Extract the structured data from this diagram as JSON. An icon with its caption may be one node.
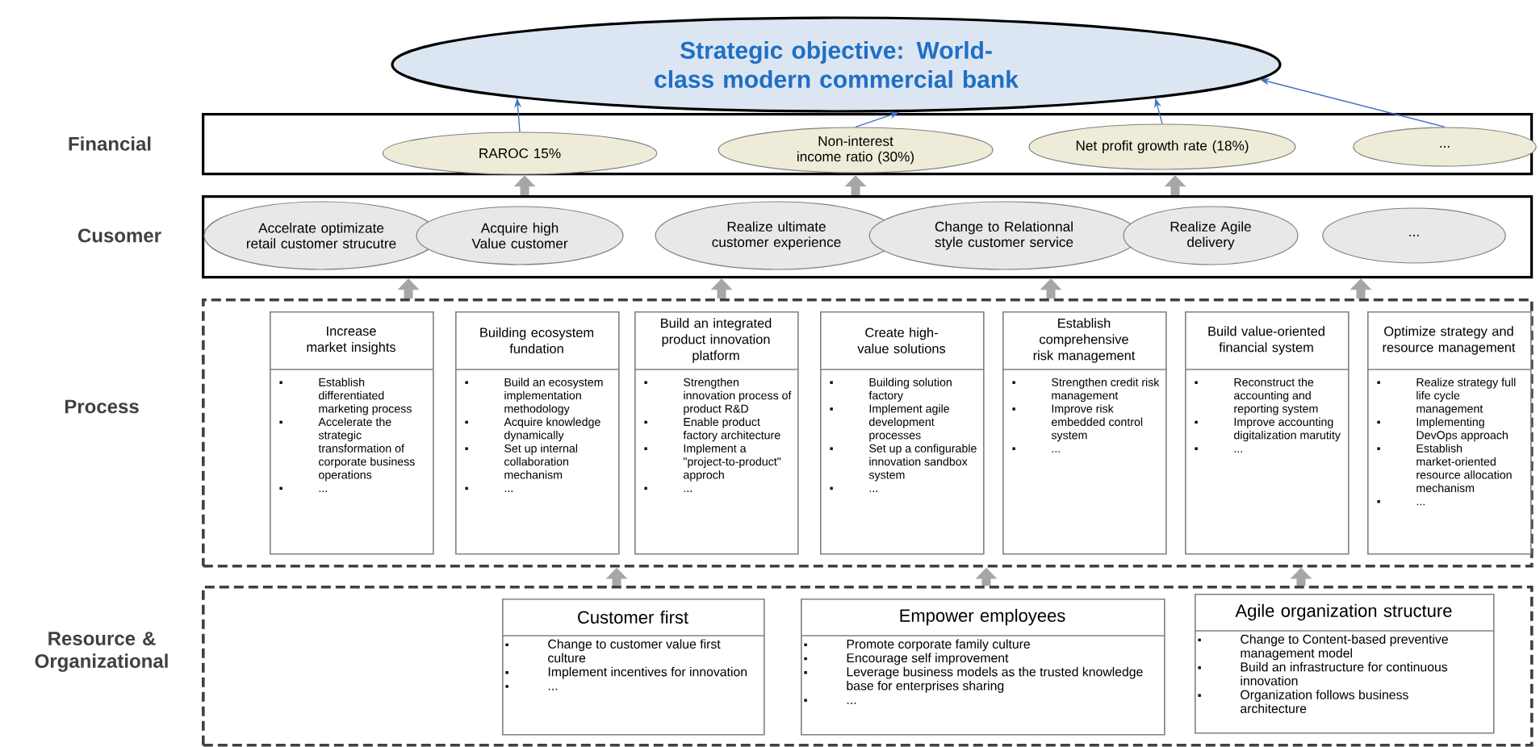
{
  "diagram": {
    "nodes": [
      {
        "text": [
          "Strategic objective: World-class modern commercial bank"
        ]
      },
      {
        "text": [
          "Financial"
        ]
      },
      {
        "text": [
          "RAROC 15%"
        ],
        "in": 1
      },
      {
        "text": [
          "Non-interest income ratio (30%)"
        ],
        "in": 1
      },
      {
        "text": [
          "Net profit growth rate (18%)"
        ],
        "in": 1
      },
      {
        "text": [
          "..."
        ],
        "in": 1
      },
      {
        "text": [
          "Cusomer"
        ]
      },
      {
        "text": [
          "Accelrate optimizate retail customer strucutre"
        ],
        "in": 6
      },
      {
        "text": [
          "Acquire high Value customer"
        ],
        "in": 6
      },
      {
        "text": [
          "Realize ultimate customer experience"
        ],
        "in": 6
      },
      {
        "text": [
          "Change to Relationnal style customer service"
        ],
        "in": 6
      },
      {
        "text": [
          "Realize Agile delivery"
        ],
        "in": 6
      },
      {
        "text": [
          "..."
        ],
        "in": 6
      },
      {
        "text": [
          "Process"
        ]
      },
      {
        "text": [
          "Increase market insights",
          "Establish differentiated marketing process",
          "Accelerate the strategic transformation of corporate business operations",
          "..."
        ],
        "in": 13
      },
      {
        "text": [
          "Building ecosystem fundation",
          "Build an ecosystem implementation methodology",
          "Acquire knowledge dynamically",
          "Set up internal collaboration mechanism",
          "..."
        ],
        "in": 13
      },
      {
        "text": [
          "Build an integrated product innovation platform",
          "Strengthen innovation process of product R&D",
          "Enable product factory architecture",
          "Implement a \"project-to-product\" approch",
          "..."
        ],
        "in": 13
      },
      {
        "text": [
          "Create high-value solutions",
          "Building solution factory",
          "Implement agile development processes",
          "Set up a configurable innovation sandbox system",
          "..."
        ],
        "in": 13
      },
      {
        "text": [
          "Establish comprehensive risk management",
          "Strengthen credit risk management",
          "Improve risk embedded control system",
          "..."
        ],
        "in": 13
      },
      {
        "text": [
          "Build value-oriented financial system",
          "Reconstruct the accounting and reporting system",
          "Improve accounting digitalization marutity",
          "..."
        ],
        "in": 13
      },
      {
        "text": [
          "Optimize strategy and resource management",
          "Realize strategy full life cycle management",
          "Implementing DevOps approach",
          "Establish market-oriented resource allocation mechanism",
          "..."
        ],
        "in": 13
      },
      {
        "text": [
          "Resource & Organizational"
        ]
      },
      {
        "text": [
          "Customer first",
          "Change to customer value first culture",
          "Implement incentives for innovation",
          "..."
        ],
        "in": 21
      },
      {
        "text": [
          "Empower employees",
          "Promote corporate family culture",
          "Encourage self improvement",
          "Leverage business models as the trusted knowledge base for enterprises sharing",
          "..."
        ],
        "in": 21
      },
      {
        "text": [
          "Agile organization structure",
          "Change to Content-based preventive management model",
          "Build an infrastructure for continuous innovation",
          "Organization follows business architecture"
        ],
        "in": 21
      }
    ],
    "edges": [
      {
        "from": 2,
        "to": 0,
        "arrow": "to",
        "color": "#4472c4"
      },
      {
        "from": 3,
        "to": 0,
        "arrow": "to",
        "color": "#4472c4"
      },
      {
        "from": 4,
        "to": 0,
        "arrow": "to",
        "color": "#4472c4"
      },
      {
        "from": 5,
        "to": 0,
        "arrow": "to",
        "color": "#4472c4"
      },
      {
        "from": 6,
        "to": 1,
        "arrow": "to"
      },
      {
        "from": 6,
        "to": 1,
        "arrow": "to"
      },
      {
        "from": 6,
        "to": 1,
        "arrow": "to"
      },
      {
        "from": 13,
        "to": 6,
        "arrow": "to"
      },
      {
        "from": 13,
        "to": 6,
        "arrow": "to"
      },
      {
        "from": 13,
        "to": 6,
        "arrow": "to"
      },
      {
        "from": 13,
        "to": 6,
        "arrow": "to"
      },
      {
        "from": 21,
        "to": 13,
        "arrow": "to"
      },
      {
        "from": 21,
        "to": 13,
        "arrow": "to"
      },
      {
        "from": 21,
        "to": 13,
        "arrow": "to"
      }
    ]
  }
}
